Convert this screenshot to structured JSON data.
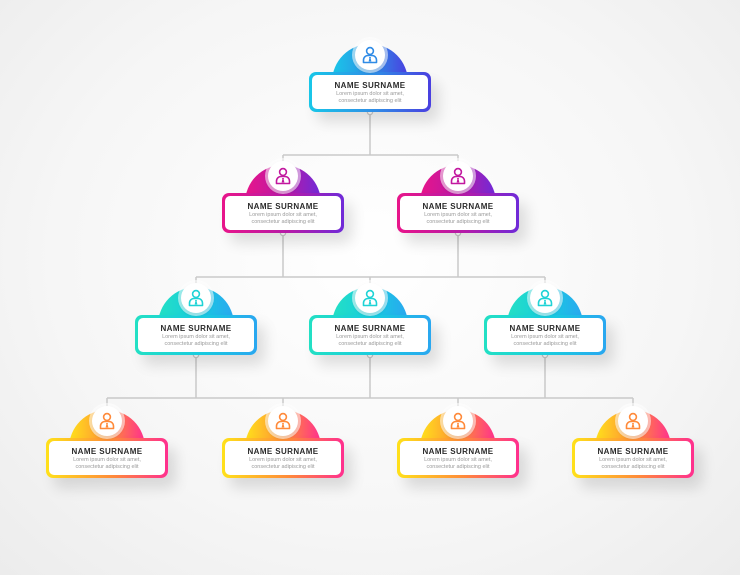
{
  "nodes": [
    {
      "name": "NAME SURNAME",
      "desc1": "Lorem ipsum dolor sit amet,",
      "desc2": "consectetur adipiscing elit",
      "color": "blue"
    },
    {
      "name": "NAME SURNAME",
      "desc1": "Lorem ipsum dolor sit amet,",
      "desc2": "consectetur adipiscing elit",
      "color": "magenta"
    },
    {
      "name": "NAME SURNAME",
      "desc1": "Lorem ipsum dolor sit amet,",
      "desc2": "consectetur adipiscing elit",
      "color": "magenta"
    },
    {
      "name": "NAME SURNAME",
      "desc1": "Lorem ipsum dolor sit amet,",
      "desc2": "consectetur adipiscing elit",
      "color": "teal"
    },
    {
      "name": "NAME SURNAME",
      "desc1": "Lorem ipsum dolor sit amet,",
      "desc2": "consectetur adipiscing elit",
      "color": "teal"
    },
    {
      "name": "NAME SURNAME",
      "desc1": "Lorem ipsum dolor sit amet,",
      "desc2": "consectetur adipiscing elit",
      "color": "teal"
    },
    {
      "name": "NAME SURNAME",
      "desc1": "Lorem ipsum dolor sit amet,",
      "desc2": "consectetur adipiscing elit",
      "color": "orange"
    },
    {
      "name": "NAME SURNAME",
      "desc1": "Lorem ipsum dolor sit amet,",
      "desc2": "consectetur adipiscing elit",
      "color": "orange"
    },
    {
      "name": "NAME SURNAME",
      "desc1": "Lorem ipsum dolor sit amet,",
      "desc2": "consectetur adipiscing elit",
      "color": "orange"
    },
    {
      "name": "NAME SURNAME",
      "desc1": "Lorem ipsum dolor sit amet,",
      "desc2": "consectetur adipiscing elit",
      "color": "orange"
    }
  ],
  "icon": "person-icon",
  "colors": {
    "connector": "#c9c9c9",
    "blue": "#2f8be6",
    "magenta": "#c2189f",
    "teal": "#1fd3d6",
    "orange": "#ff8a3a"
  }
}
